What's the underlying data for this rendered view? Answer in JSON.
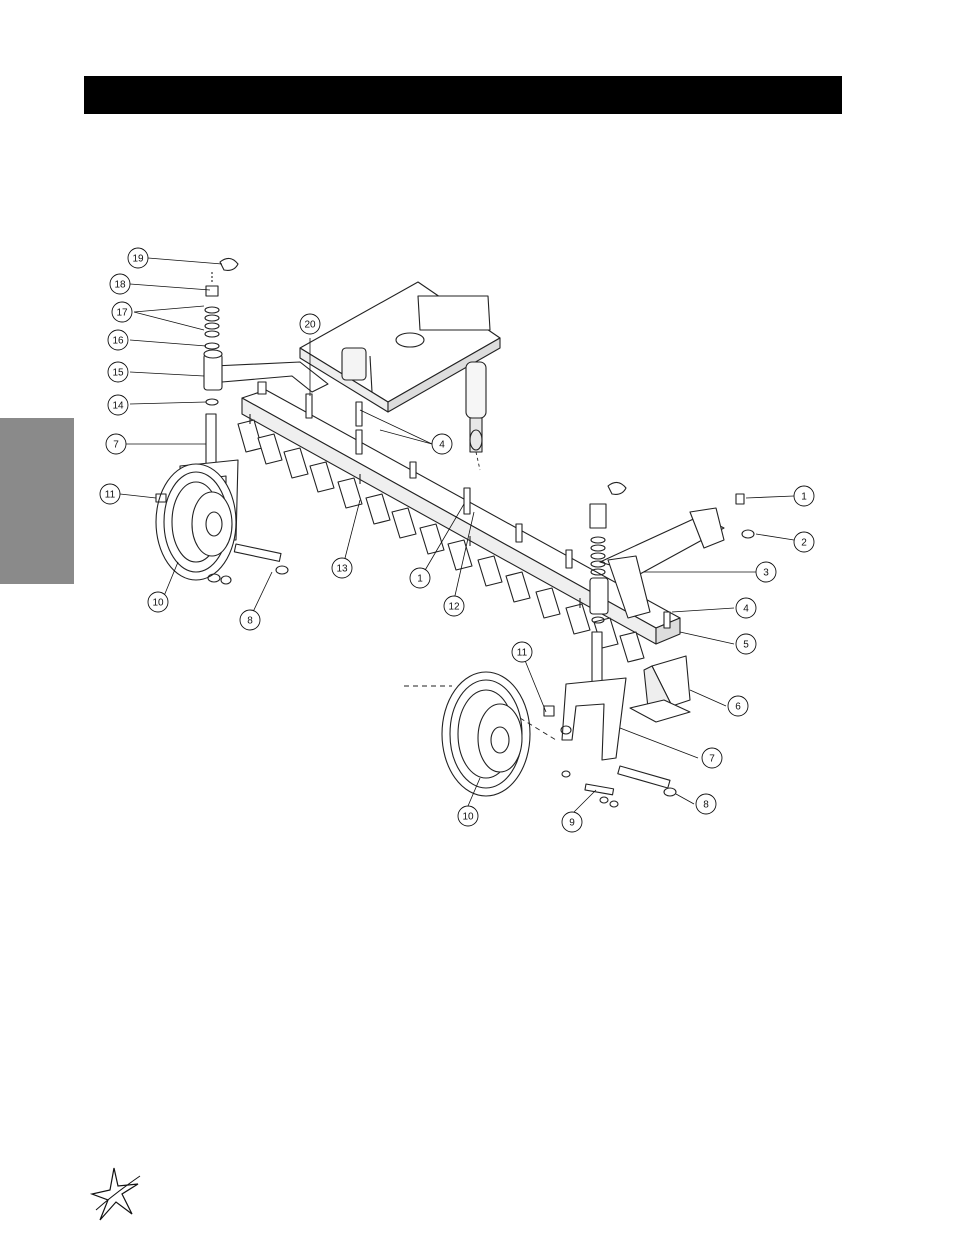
{
  "page": {
    "header_color": "#000000",
    "side_tab_color": "#8a8a8a"
  },
  "diagram": {
    "callouts": [
      {
        "id": "c19",
        "label": "19"
      },
      {
        "id": "c18",
        "label": "18"
      },
      {
        "id": "c17",
        "label": "17"
      },
      {
        "id": "c16",
        "label": "16"
      },
      {
        "id": "c15",
        "label": "15"
      },
      {
        "id": "c14",
        "label": "14"
      },
      {
        "id": "c7a",
        "label": "7"
      },
      {
        "id": "c11a",
        "label": "11"
      },
      {
        "id": "c10a",
        "label": "10"
      },
      {
        "id": "c8a",
        "label": "8"
      },
      {
        "id": "c13",
        "label": "13"
      },
      {
        "id": "c20",
        "label": "20"
      },
      {
        "id": "c4a",
        "label": "4"
      },
      {
        "id": "c1a",
        "label": "1"
      },
      {
        "id": "c12",
        "label": "12"
      },
      {
        "id": "c1b",
        "label": "1"
      },
      {
        "id": "c2",
        "label": "2"
      },
      {
        "id": "c3",
        "label": "3"
      },
      {
        "id": "c4b",
        "label": "4"
      },
      {
        "id": "c5",
        "label": "5"
      },
      {
        "id": "c6",
        "label": "6"
      },
      {
        "id": "c11b",
        "label": "11"
      },
      {
        "id": "c7b",
        "label": "7"
      },
      {
        "id": "c8b",
        "label": "8"
      },
      {
        "id": "c9",
        "label": "9"
      },
      {
        "id": "c10b",
        "label": "10"
      }
    ]
  },
  "logo": {
    "icon": "star-swoosh-logo"
  }
}
